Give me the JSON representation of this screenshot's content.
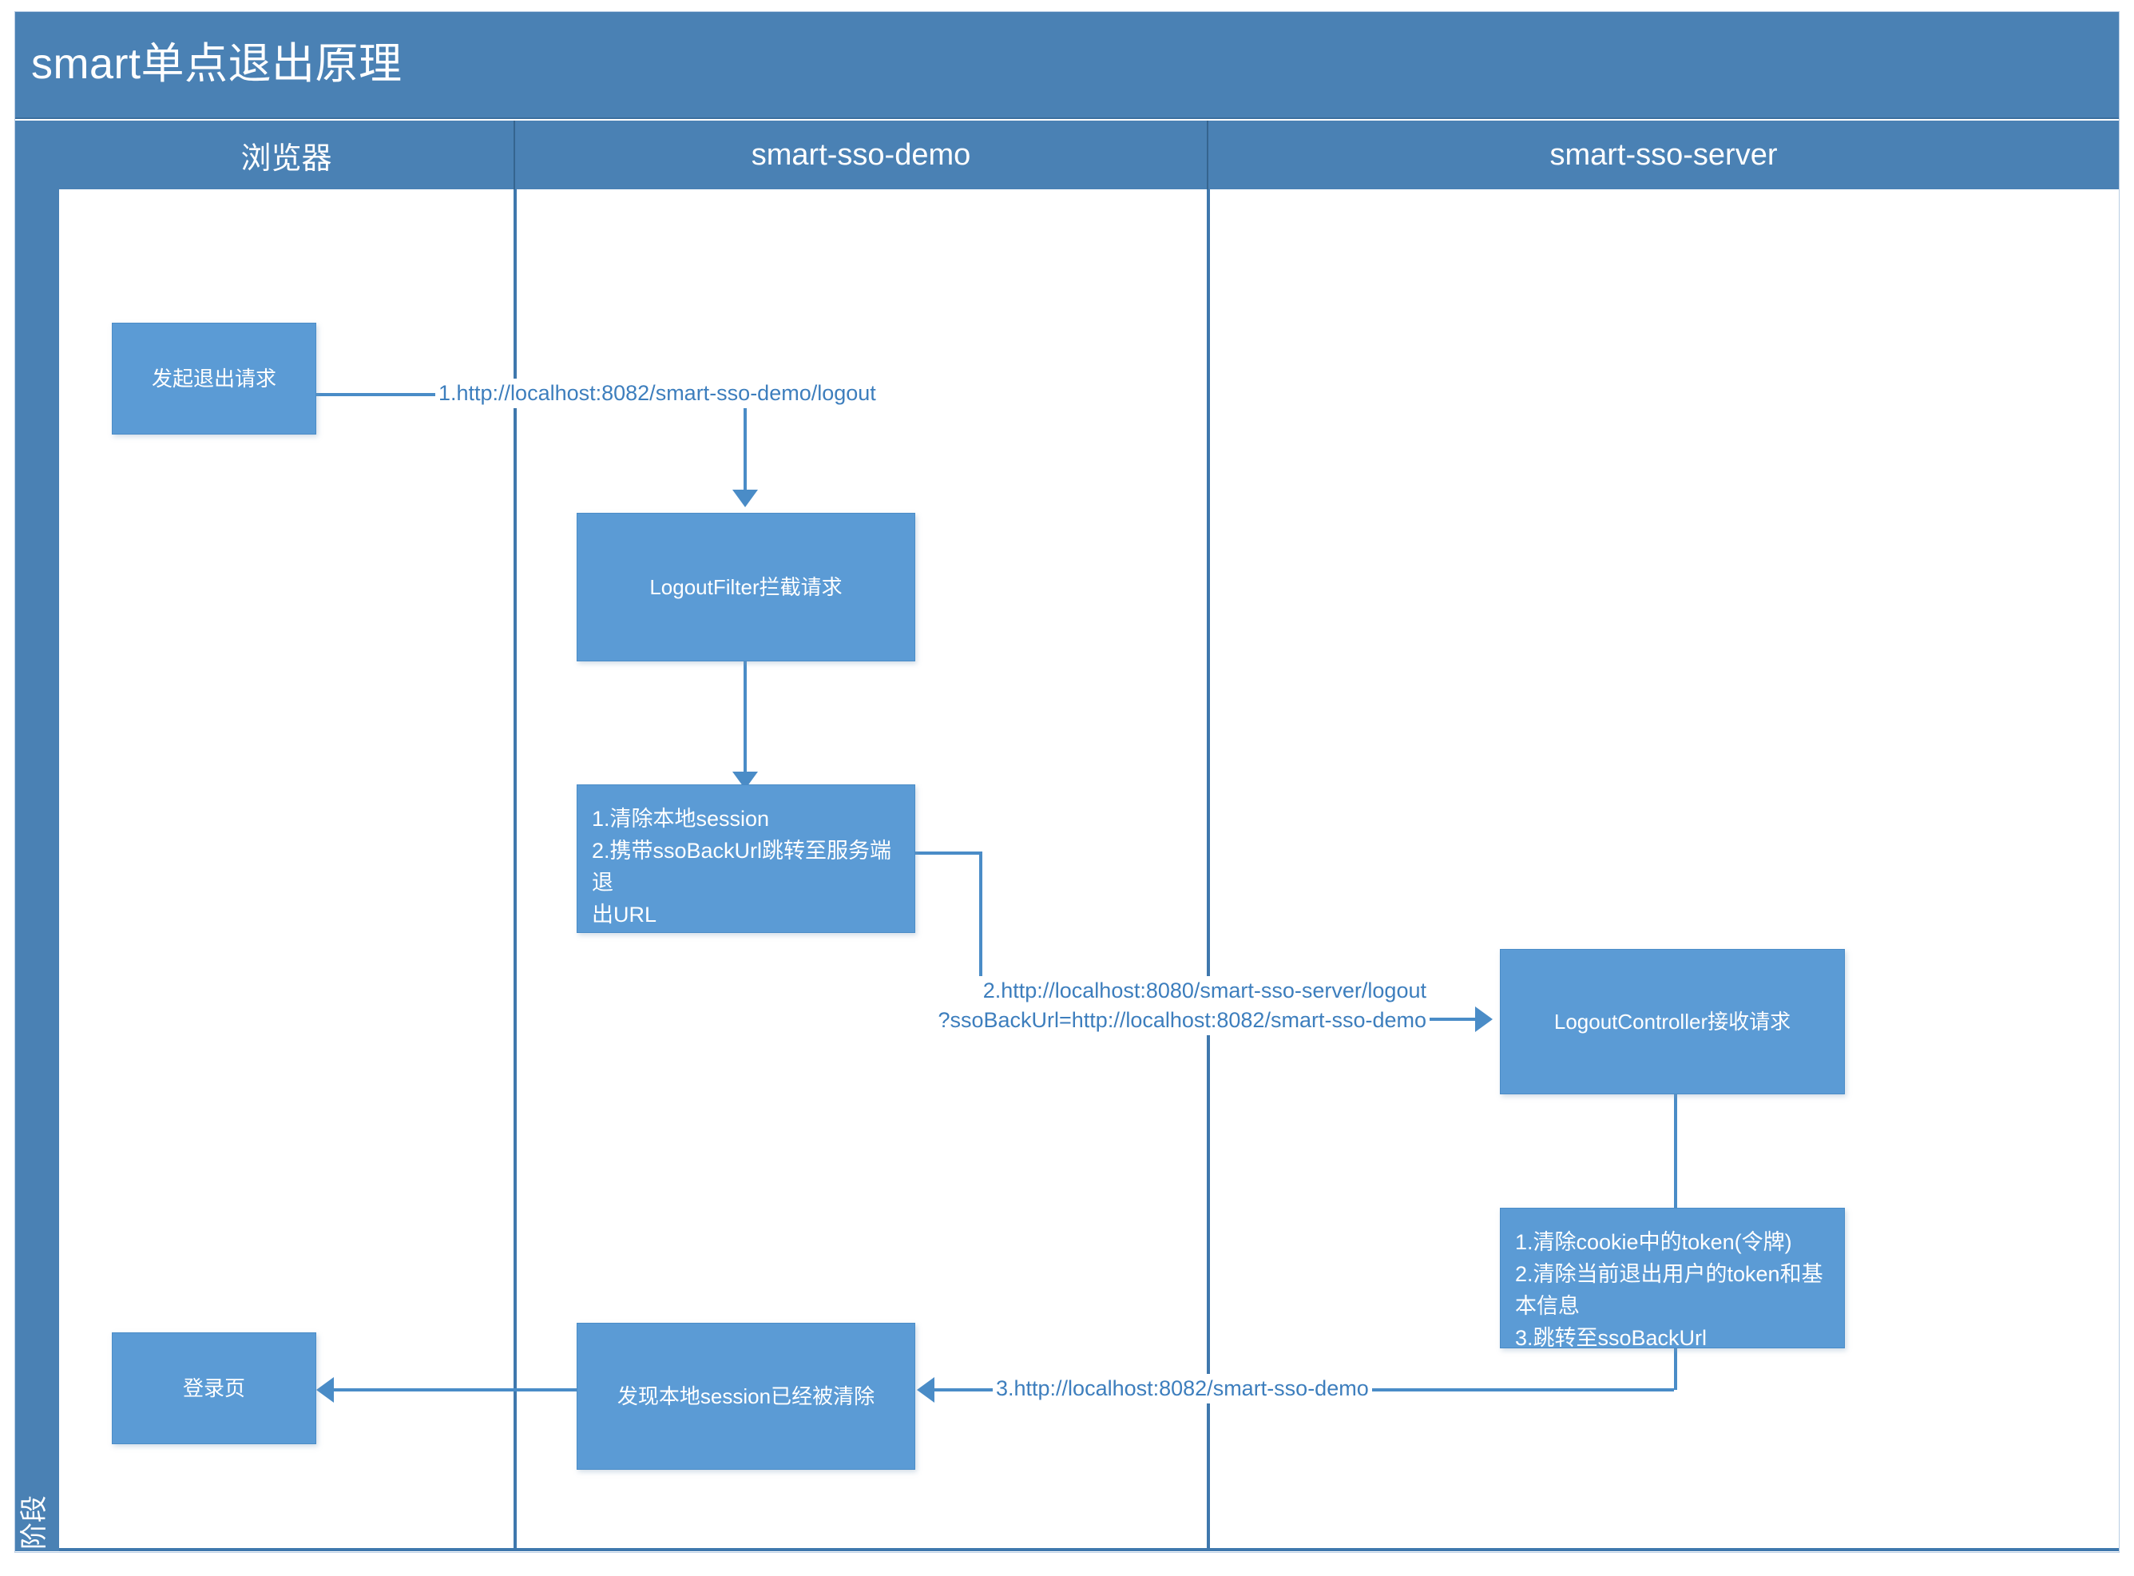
{
  "diagram": {
    "title": "smart单点退出原理",
    "phase_label": "阶段",
    "lanes": [
      {
        "name": "browser",
        "label": "浏览器"
      },
      {
        "name": "demo",
        "label": "smart-sso-demo"
      },
      {
        "name": "server",
        "label": "smart-sso-server"
      }
    ],
    "nodes": {
      "logout_request": "发起退出请求",
      "logout_filter": "LogoutFilter拦截请求",
      "demo_actions": "1.清除本地session\n2.携带ssoBackUrl跳转至服务端退\n出URL",
      "logout_controller": "LogoutController接收请求",
      "server_actions": "1.清除cookie中的token(令牌)\n2.清除当前退出用户的token和基\n本信息\n3.跳转至ssoBackUrl",
      "session_cleared": "发现本地session已经被清除",
      "login_page": "登录页"
    },
    "edges": {
      "step1": "1.http://localhost:8082/smart-sso-demo/logout",
      "step2": "2.http://localhost:8080/smart-sso-server/logout\n?ssoBackUrl=http://localhost:8082/smart-sso-demo",
      "step3": "3.http://localhost:8082/smart-sso-demo"
    },
    "colors": {
      "header_blue": "#4a81b4",
      "node_blue": "#5b9bd5",
      "connector_blue": "#4a8cc7",
      "edge_text_blue": "#3d7ebd",
      "frame_border": "#b9cde4"
    }
  }
}
